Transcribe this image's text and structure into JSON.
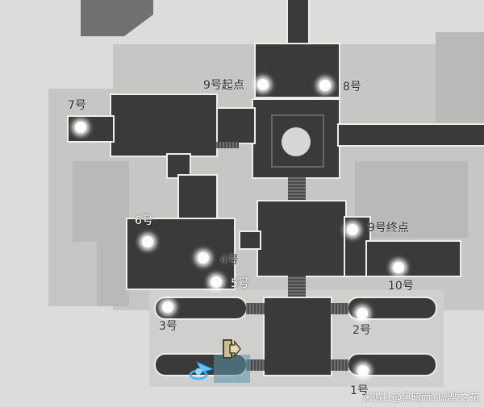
{
  "map": {
    "markers": [
      {
        "id": "9-start",
        "label": "9号起点"
      },
      {
        "id": "8",
        "label": "8号"
      },
      {
        "id": "7",
        "label": "7号"
      },
      {
        "id": "6",
        "label": "6号"
      },
      {
        "id": "4",
        "label": "4号"
      },
      {
        "id": "5",
        "label": "5号"
      },
      {
        "id": "9-end",
        "label": "9号终点"
      },
      {
        "id": "10",
        "label": "10号"
      },
      {
        "id": "3",
        "label": "3号"
      },
      {
        "id": "2",
        "label": "2号"
      },
      {
        "id": "1",
        "label": "1号"
      }
    ],
    "icons": {
      "player": "player-arrow-icon",
      "door": "exit-door-icon"
    },
    "colors": {
      "room": "#3a3a3a",
      "background": "#dcdcda",
      "player": "#3fb6ff"
    }
  },
  "watermark": "米游社@黑暗面的恶盟之花"
}
